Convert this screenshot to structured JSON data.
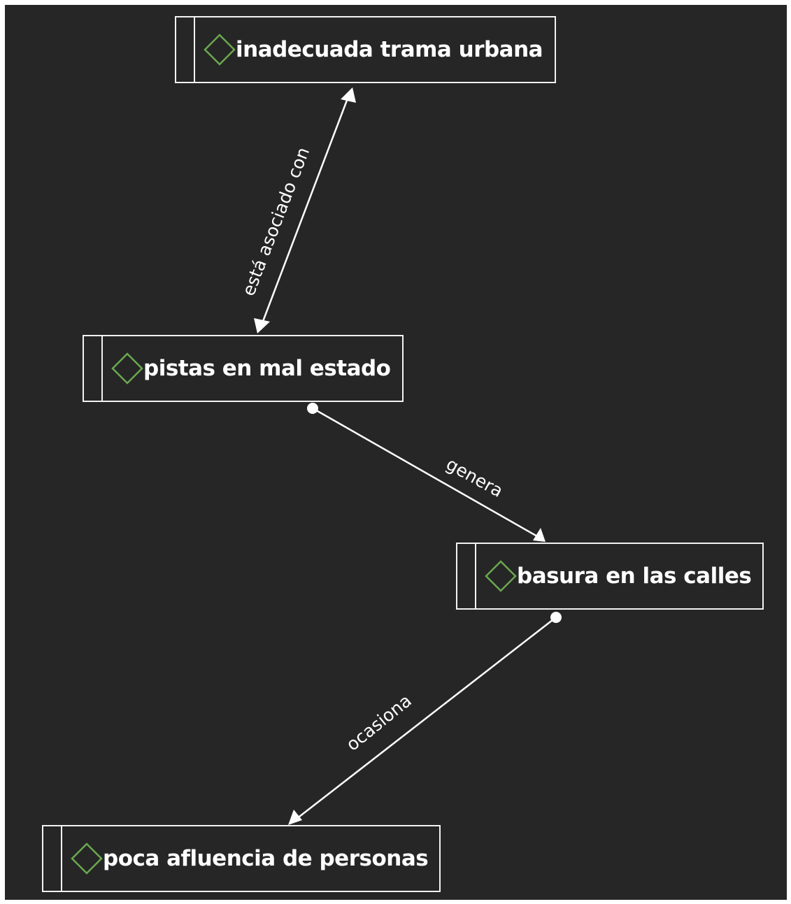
{
  "colors": {
    "background": "#262626",
    "node_border": "#f2f2f2",
    "text": "#ffffff",
    "diamond": "#6aa84f",
    "edge": "#ffffff"
  },
  "nodes": [
    {
      "id": "n1",
      "label": "inadecuada trama urbana",
      "icon": "diamond-icon"
    },
    {
      "id": "n2",
      "label": "pistas en mal estado",
      "icon": "diamond-icon"
    },
    {
      "id": "n3",
      "label": "basura en las calles",
      "icon": "diamond-icon"
    },
    {
      "id": "n4",
      "label": "poca afluencia de personas",
      "icon": "diamond-icon"
    }
  ],
  "edges": [
    {
      "from": "n2",
      "to": "n1",
      "label": "está asociado con",
      "direction": "bidirectional"
    },
    {
      "from": "n2",
      "to": "n3",
      "label": "genera",
      "direction": "forward"
    },
    {
      "from": "n3",
      "to": "n4",
      "label": "ocasiona",
      "direction": "forward"
    }
  ]
}
